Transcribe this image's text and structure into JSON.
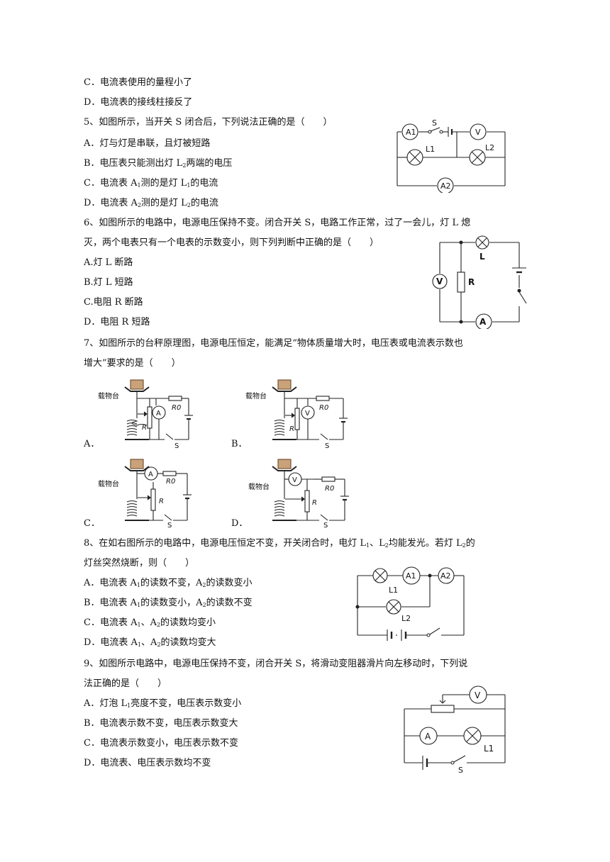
{
  "q4": {
    "opt_c": "C．电流表使用的量程小了",
    "opt_d": "D．电流表的接线柱接反了"
  },
  "q5": {
    "stem": "5、如图所示，当开关 S 闭合后，下列说法正确的是（　　）",
    "opt_a": "A．灯与灯是串联，且灯被短路",
    "opt_b_pre": "B．电压表只能测出灯 L",
    "opt_b_sub": "2",
    "opt_b_post": "两端的电压",
    "opt_c_pre": "C．电流表 A",
    "opt_c_sub1": "1",
    "opt_c_mid": "测的是灯 L",
    "opt_c_sub2": "1",
    "opt_c_post": "的电流",
    "opt_d_pre": "D．电流表 A",
    "opt_d_sub1": "2",
    "opt_d_mid": "测的是灯 L",
    "opt_d_sub2": "2",
    "opt_d_post": "的电流",
    "fig": {
      "a1": "A1",
      "s": "S",
      "v": "V",
      "l1": "L1",
      "l2": "L2",
      "a2": "A2"
    }
  },
  "q6": {
    "stem1": "6、如图所示的电路中，电源电压保持不变。闭合开关 S，电路工作正常，过了一会儿，灯 L 熄",
    "stem2": "灭，两个电表只有一个电表的示数变小，则下列判断中正确的是（　　）",
    "opt_a": "A.灯 L 断路",
    "opt_b": "B.灯 L 短路",
    "opt_c": "C.电阻 R 断路",
    "opt_d": "D．电阻 R 短路",
    "fig": {
      "l": "L",
      "v": "V",
      "r": "R",
      "a": "A"
    }
  },
  "q7": {
    "stem1": "7、如图所示的台秤原理图，电源电压恒定，能满足“物体质量增大时，电压表或电流表示数也",
    "stem2": "增大”要求的是（　　）",
    "label_a": "A．",
    "label_b": "B．",
    "label_c": "C．",
    "label_d": "D．",
    "fig": {
      "platform": "载物台",
      "r": "R",
      "r0": "R0",
      "s": "S",
      "meter_a": "A",
      "meter_v": "V"
    }
  },
  "q8": {
    "stem1_pre": "8、在如右图所示的电路中，电源电压恒定不变，开关闭合时，电灯 L",
    "stem1_sub1": "1",
    "stem1_mid": "、L",
    "stem1_sub2": "2",
    "stem1_mid2": "均能发光。若灯 L",
    "stem1_sub3": "2",
    "stem1_post": "的",
    "stem2": "灯丝突然烧断，则（　　）",
    "opt_a_pre": "A．电流表 A",
    "opt_a_sub1": "1",
    "opt_a_mid": "的读数不变，A",
    "opt_a_sub2": "2",
    "opt_a_post": "的读数变小",
    "opt_b_pre": "B．电流表 A",
    "opt_b_sub1": "1",
    "opt_b_mid": "的读数变小，A",
    "opt_b_sub2": "2",
    "opt_b_post": "的读数不变",
    "opt_c_pre": "C．电流表 A",
    "opt_c_sub1": "1",
    "opt_c_mid": "、A",
    "opt_c_sub2": "2",
    "opt_c_post": "的读数均变小",
    "opt_d_pre": "D．电流表 A",
    "opt_d_sub1": "1",
    "opt_d_mid": "、A",
    "opt_d_sub2": "2",
    "opt_d_post": "的读数均变大",
    "fig": {
      "a1": "A1",
      "a2": "A2",
      "l1": "L1",
      "l2": "L2"
    }
  },
  "q9": {
    "stem1": "9、如图所示电路中，电源电压保持不变，闭合开关 S，将滑动变阻器滑片向左移动时，下列说",
    "stem2": "法正确的是（　　）",
    "opt_a_pre": "A．灯泡 L",
    "opt_a_sub": "1",
    "opt_a_post": "亮度不变，电压表示数变小",
    "opt_b": "B．电流表示数不变，电压表示数变大",
    "opt_c": "C．电流表示数变小，电压表示数不变",
    "opt_d": "D．电流表、电压表示数均不变",
    "fig": {
      "v": "V",
      "a": "A",
      "l1": "L1",
      "s": "S"
    }
  }
}
